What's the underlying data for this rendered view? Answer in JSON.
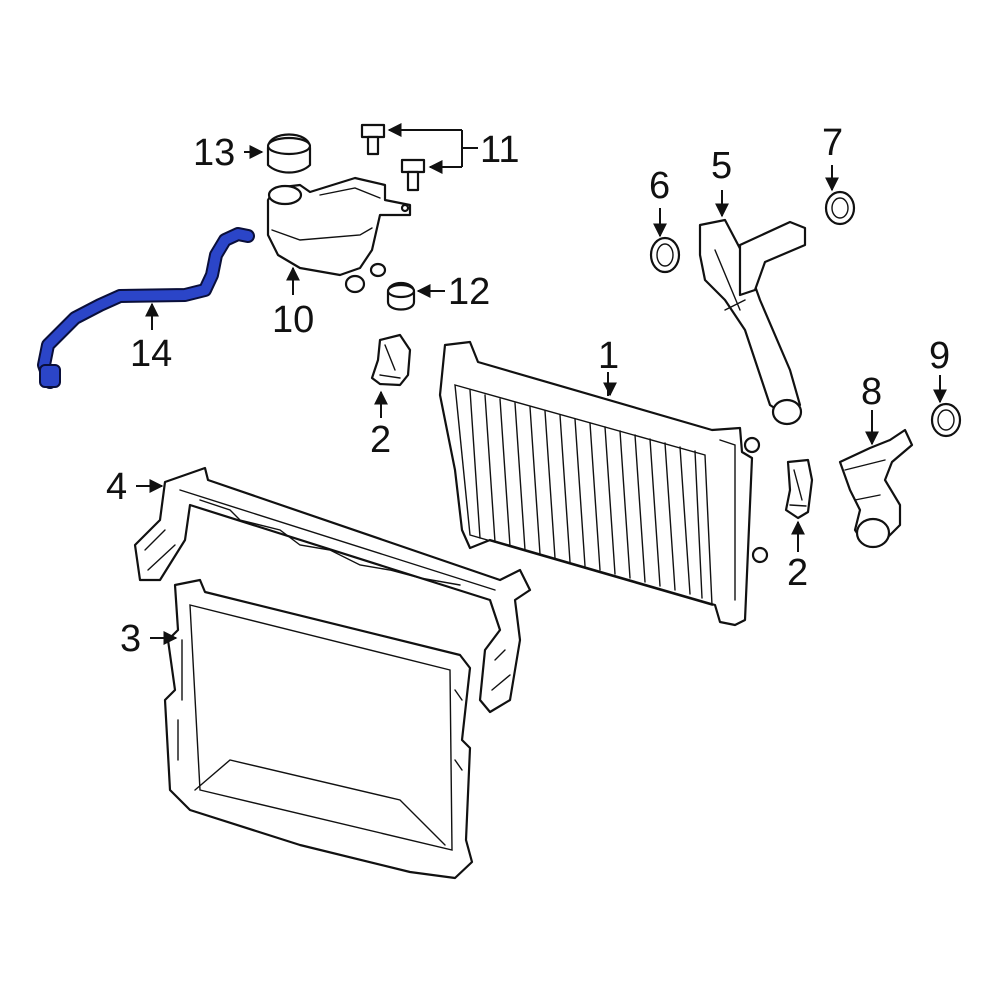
{
  "callouts": {
    "c1": "1",
    "c2a": "2",
    "c2b": "2",
    "c3": "3",
    "c4": "4",
    "c5": "5",
    "c6": "6",
    "c7": "7",
    "c8": "8",
    "c9": "9",
    "c10": "10",
    "c11": "11",
    "c12": "12",
    "c13": "13",
    "c14": "14"
  },
  "colors": {
    "highlight": "#2b45c8",
    "line": "#111111",
    "background": "#ffffff"
  },
  "highlighted_part": "14"
}
